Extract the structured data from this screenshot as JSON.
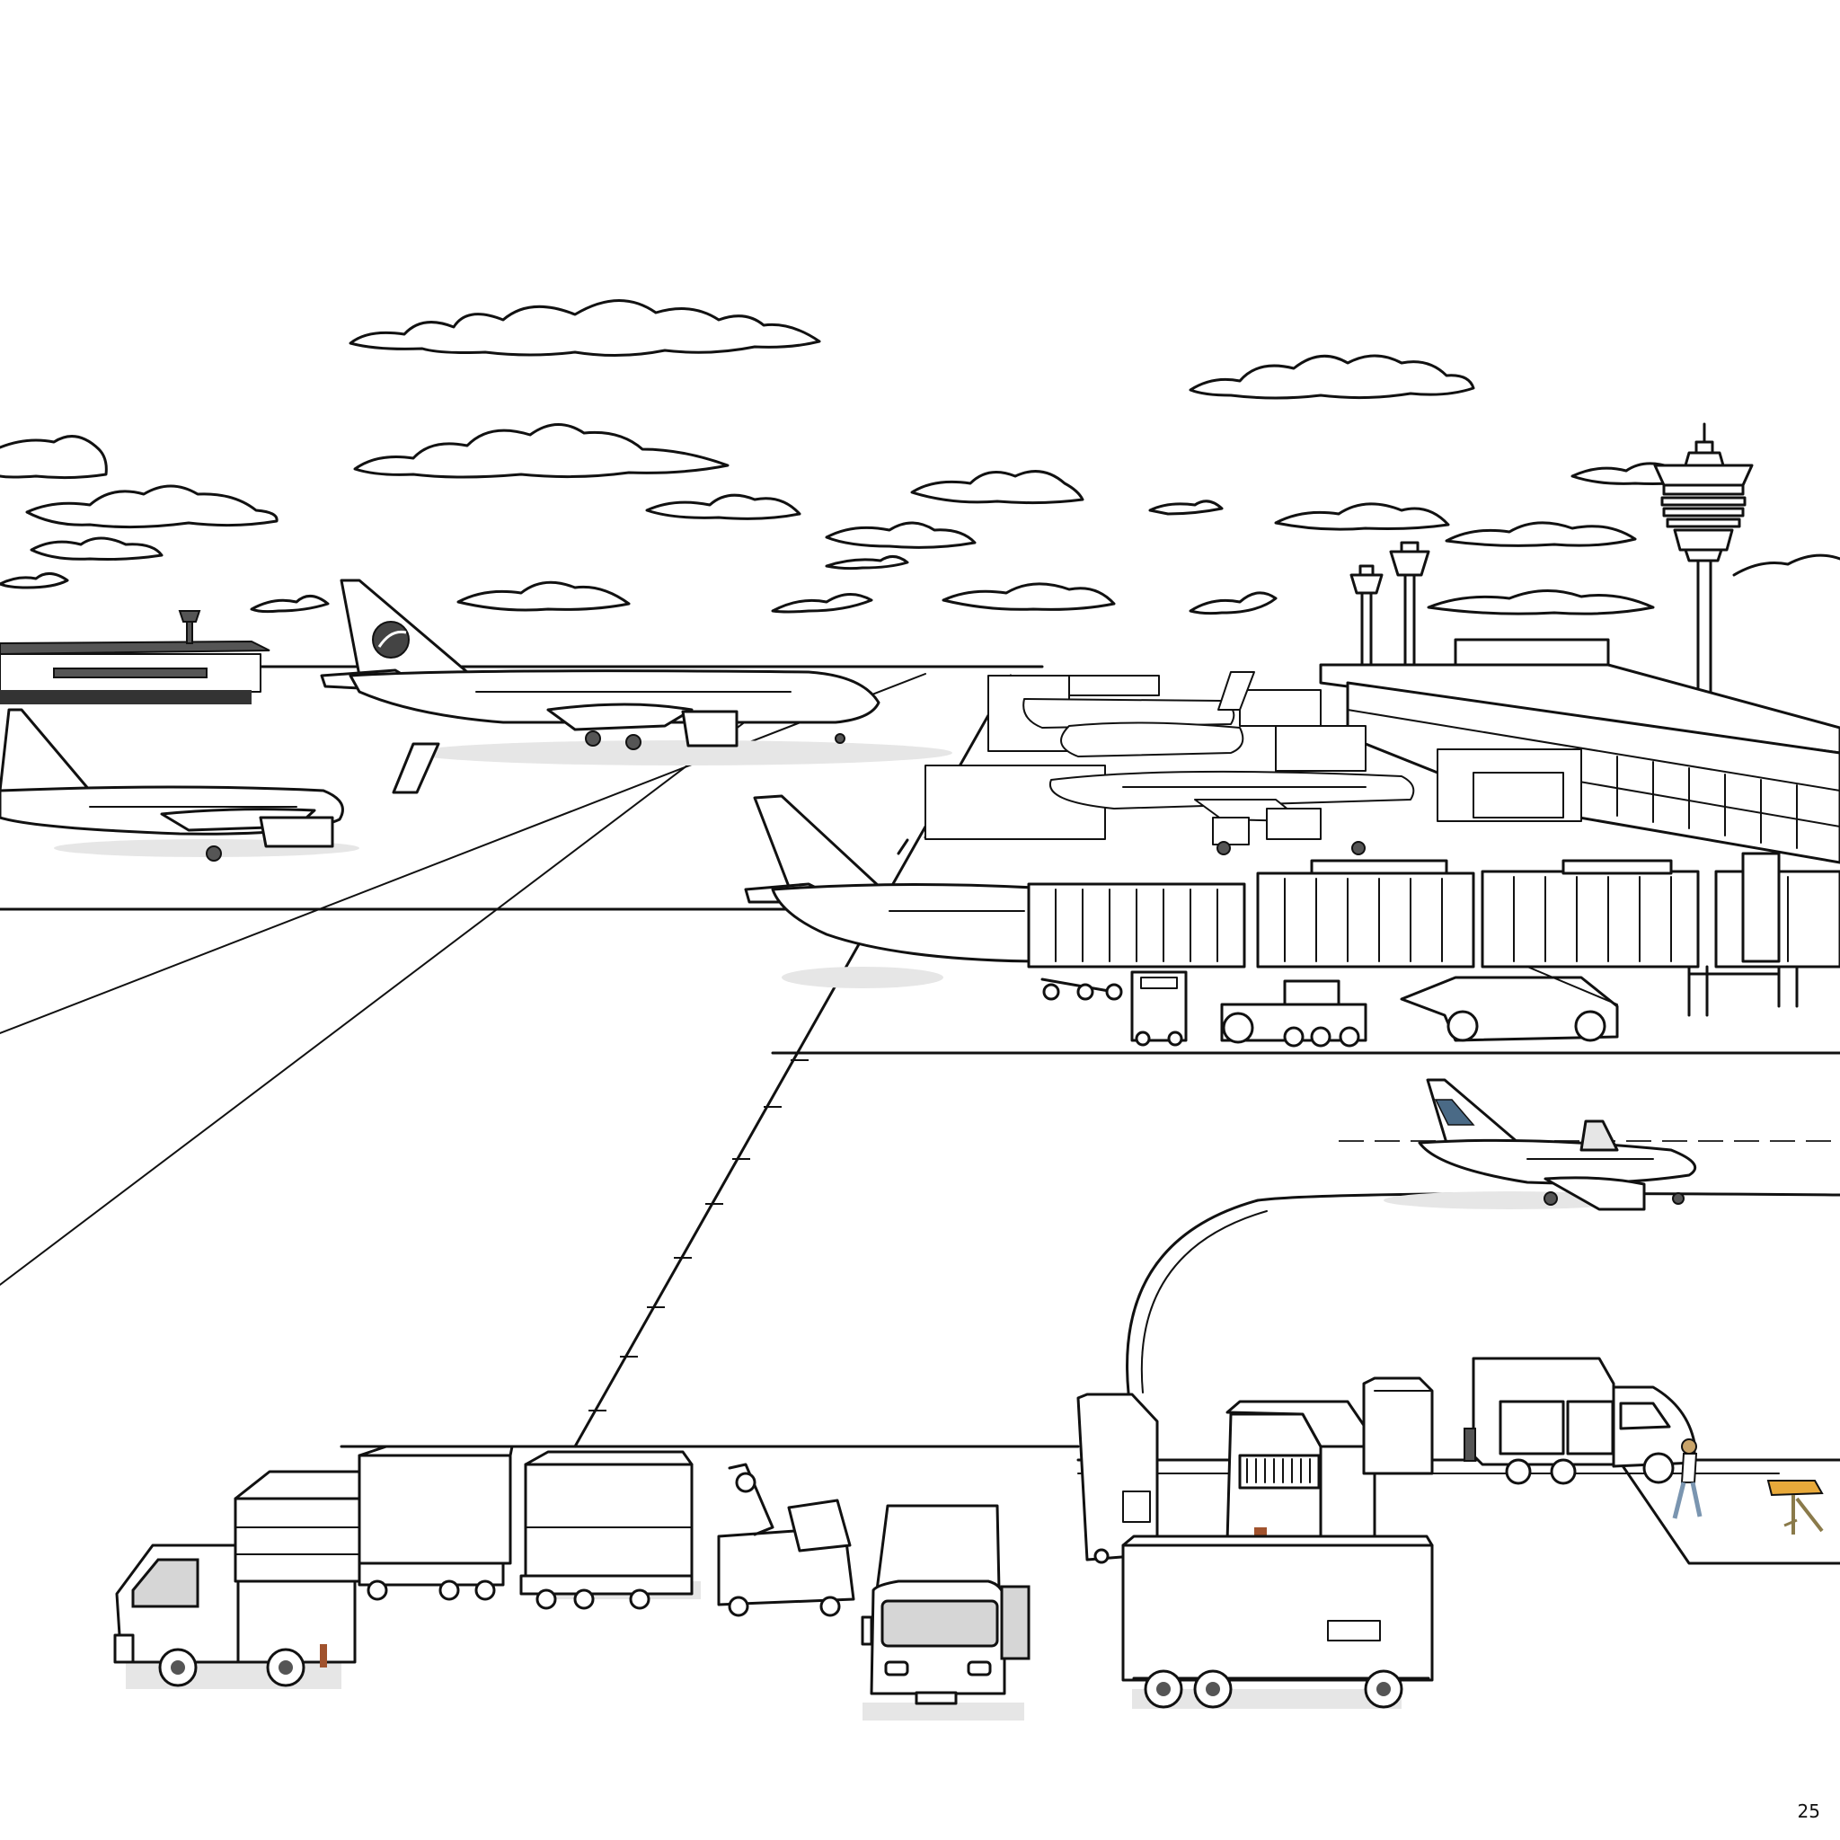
{
  "page": {
    "type": "coloring-page",
    "subject": "Airport apron scene",
    "page_number": "25"
  },
  "colors": {
    "line": "#111111",
    "background": "#ffffff",
    "shadow": "#e6e6e6",
    "accent_table": "#e8a93a",
    "accent_worker_vest": "#c9a46a",
    "accent_tail_stripe": "#4a6a86",
    "accent_cart_bumper": "#a0522d"
  },
  "scene": {
    "sky": {
      "clouds": 22
    },
    "background": {
      "terminal_left": "distant terminal building with aircraft",
      "terminal_right": "long concourse terminal with jet bridges",
      "control_tower": "air traffic control tower",
      "lamp_posts": 2
    },
    "aircraft": [
      {
        "id": "plane-center-far",
        "label": "Wide-body jet with circular tail logo"
      },
      {
        "id": "plane-left",
        "label": "Narrow-body jet parked left"
      },
      {
        "id": "plane-gate",
        "label": "Jet at jet bridge"
      },
      {
        "id": "plane-gate-far",
        "label": "Jets at far gates"
      },
      {
        "id": "plane-taxi",
        "label": "Regional jet taxiing right"
      }
    ],
    "ground_vehicles": [
      {
        "id": "pickup-cargo",
        "label": "Small truck with cargo container"
      },
      {
        "id": "dolly-1",
        "label": "Baggage dolly"
      },
      {
        "id": "dolly-2",
        "label": "Baggage dolly"
      },
      {
        "id": "tug",
        "label": "Baggage tug with driver"
      },
      {
        "id": "van-front",
        "label": "Service van (front view)"
      },
      {
        "id": "booth",
        "label": "Ground power unit booth"
      },
      {
        "id": "grille-truck",
        "label": "Catering/air unit truck"
      },
      {
        "id": "box",
        "label": "Equipment box"
      },
      {
        "id": "box-truck",
        "label": "Box truck with lift gate"
      },
      {
        "id": "trailer",
        "label": "Flatbed trailer container"
      },
      {
        "id": "gate-vehicles",
        "label": "Tugs and stair truck under jet bridge"
      }
    ],
    "people": [
      {
        "id": "worker",
        "label": "Ground crew worker walking"
      }
    ],
    "props": [
      {
        "id": "table",
        "label": "Small folding table (orange top)"
      }
    ]
  }
}
